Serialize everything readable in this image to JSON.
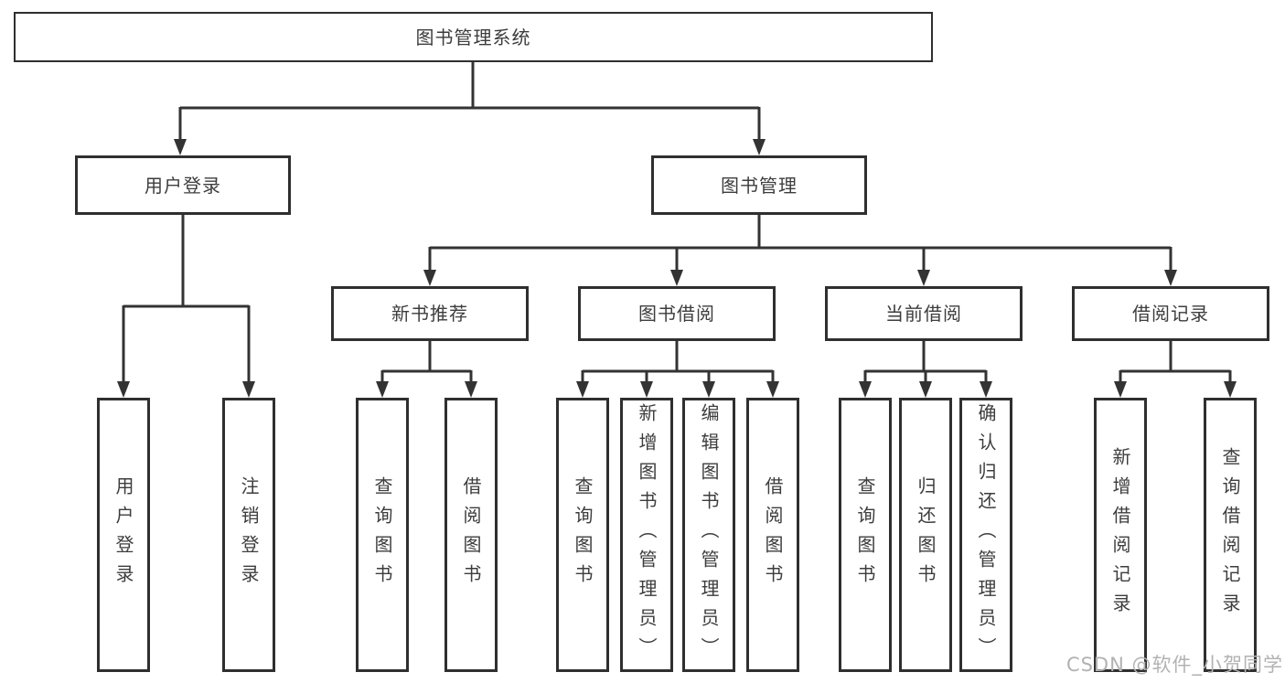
{
  "diagram": {
    "root": {
      "label": "图书管理系统"
    },
    "level2": [
      {
        "id": "user-login",
        "label": "用户登录"
      },
      {
        "id": "book-management",
        "label": "图书管理"
      }
    ],
    "level3": [
      {
        "id": "new-book-recommend",
        "label": "新书推荐"
      },
      {
        "id": "book-borrow",
        "label": "图书借阅"
      },
      {
        "id": "current-borrow",
        "label": "当前借阅"
      },
      {
        "id": "borrow-records",
        "label": "借阅记录"
      }
    ],
    "level4": {
      "user_login": [
        {
          "label": "用户登录"
        },
        {
          "label": "注销登录"
        }
      ],
      "new_book_recommend": [
        {
          "label": "查询图书"
        },
        {
          "label": "借阅图书"
        }
      ],
      "book_borrow": [
        {
          "label": "查询图书"
        },
        {
          "label": "新增图书（管理员）"
        },
        {
          "label": "编辑图书（管理员）"
        },
        {
          "label": "借阅图书"
        }
      ],
      "current_borrow": [
        {
          "label": "查询图书"
        },
        {
          "label": "归还图书"
        },
        {
          "label": "确认归还（管理员）"
        }
      ],
      "borrow_records": [
        {
          "label": "新增借阅记录"
        },
        {
          "label": "查询借阅记录"
        }
      ]
    },
    "watermark": "CSDN @软件_小贺同学",
    "colors": {
      "line": "#333333",
      "box_border": "#2f2f2f",
      "text": "#3d3d3d",
      "watermark": "#b2b2b2",
      "background": "#ffffff"
    }
  }
}
